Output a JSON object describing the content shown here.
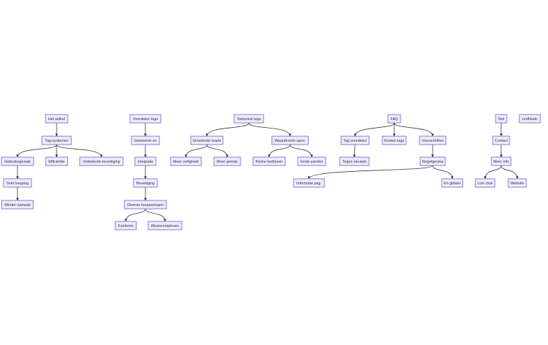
{
  "diagram": {
    "type": "flowchart",
    "colors": {
      "node_fill": "#ececff",
      "node_stroke": "#9370db",
      "edge": "#333333",
      "text": "#333333"
    },
    "nodes": [
      {
        "id": "artikel",
        "label": "Het artikel"
      },
      {
        "id": "tagsys",
        "label": "Tag-systemen"
      },
      {
        "id": "gebruik",
        "label": "Gebruiksgemak"
      },
      {
        "id": "effic",
        "label": "Efficiëntie"
      },
      {
        "id": "verbeter",
        "label": "Verbeterde beveiliging"
      },
      {
        "id": "snel",
        "label": "Snel toegang"
      },
      {
        "id": "minder",
        "label": "Minder namaak"
      },
      {
        "id": "voordelen",
        "label": "Voordelen tags"
      },
      {
        "id": "gemeente",
        "label": "Gemeente en"
      },
      {
        "id": "integratie",
        "label": "Integratie"
      },
      {
        "id": "beveiliging",
        "label": "Beveiliging"
      },
      {
        "id": "diverse",
        "label": "Diverse toepassingen"
      },
      {
        "id": "kantoren",
        "label": "Kantoren"
      },
      {
        "id": "woon",
        "label": "Wooncomplexen"
      },
      {
        "id": "toekomst",
        "label": "Toekomst tags"
      },
      {
        "id": "groeiende",
        "label": "Groeiende markt"
      },
      {
        "id": "waardevol",
        "label": "Waardevolle aanv."
      },
      {
        "id": "meerveil",
        "label": "Meer veiligheid"
      },
      {
        "id": "meergemak",
        "label": "Meer gemak"
      },
      {
        "id": "kleine",
        "label": "Kleine bedrijven"
      },
      {
        "id": "grote",
        "label": "Grote panden"
      },
      {
        "id": "faq",
        "label": "FAQ"
      },
      {
        "id": "tagvoord",
        "label": "Tag voordelen"
      },
      {
        "id": "kosten",
        "label": "Kosten tags"
      },
      {
        "id": "voorschr",
        "label": "Voorschriften"
      },
      {
        "id": "tegen",
        "label": "Tegen sleutels"
      },
      {
        "id": "regel",
        "label": "Regelgeving"
      },
      {
        "id": "informatie",
        "label": "Informatie pag."
      },
      {
        "id": "engidsen",
        "label": "En gidsen"
      },
      {
        "id": "slot",
        "label": "Slot"
      },
      {
        "id": "endnode",
        "label": "endNode"
      },
      {
        "id": "contact",
        "label": "Contact"
      },
      {
        "id": "meerinfo",
        "label": "Meer info"
      },
      {
        "id": "livechat",
        "label": "Live chat"
      },
      {
        "id": "website",
        "label": "Website"
      }
    ],
    "edges": [
      [
        "artikel",
        "tagsys"
      ],
      [
        "tagsys",
        "gebruik"
      ],
      [
        "tagsys",
        "effic"
      ],
      [
        "tagsys",
        "verbeter"
      ],
      [
        "gebruik",
        "snel"
      ],
      [
        "snel",
        "minder"
      ],
      [
        "voordelen",
        "gemeente"
      ],
      [
        "gemeente",
        "integratie"
      ],
      [
        "integratie",
        "beveiliging"
      ],
      [
        "beveiliging",
        "diverse"
      ],
      [
        "diverse",
        "kantoren"
      ],
      [
        "diverse",
        "woon"
      ],
      [
        "toekomst",
        "groeiende"
      ],
      [
        "toekomst",
        "waardevol"
      ],
      [
        "groeiende",
        "meerveil"
      ],
      [
        "groeiende",
        "meergemak"
      ],
      [
        "waardevol",
        "kleine"
      ],
      [
        "waardevol",
        "grote"
      ],
      [
        "faq",
        "tagvoord"
      ],
      [
        "faq",
        "kosten"
      ],
      [
        "faq",
        "voorschr"
      ],
      [
        "tagvoord",
        "tegen"
      ],
      [
        "voorschr",
        "regel"
      ],
      [
        "regel",
        "informatie"
      ],
      [
        "regel",
        "engidsen"
      ],
      [
        "slot",
        "contact"
      ],
      [
        "contact",
        "meerinfo"
      ],
      [
        "meerinfo",
        "livechat"
      ],
      [
        "meerinfo",
        "website"
      ]
    ]
  }
}
